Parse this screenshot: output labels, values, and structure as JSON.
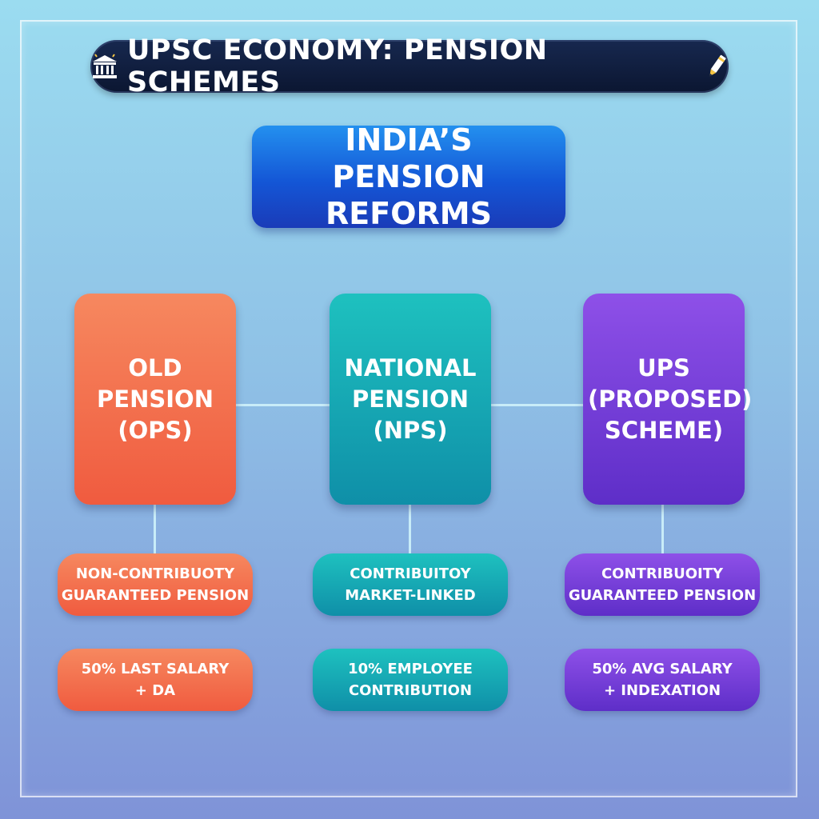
{
  "banner": {
    "title": "UPSC ECONOMY: PENSION SCHEMES",
    "left_icon": "government-building-icon",
    "right_icon": "pencil-icon"
  },
  "main": {
    "title": "INDIA’S PENSION\nREFORMS"
  },
  "schemes": [
    {
      "title": "OLD\nPENSION\n(OPS)",
      "feature": "NON-CONTRIBUOTY\nGUARANTEED PENSION",
      "benefit": "50% LAST SALARY\n+ DA",
      "color": "#f26a49"
    },
    {
      "title": "NATIONAL\nPENSION\n(NPS)",
      "feature": "CONTRIBUITOY\nMARKET-LINKED",
      "benefit": "10% EMPLOYEE\nCONTRIBUTION",
      "color": "#15a7b3"
    },
    {
      "title": "UPS\n(PROPOSED)\nSCHEME)",
      "feature": "CONTRIBUOITY\nGUARANTEED PENSION",
      "benefit": "50% AVG SALARY\n+ INDEXATION",
      "color": "#7440d8"
    }
  ]
}
